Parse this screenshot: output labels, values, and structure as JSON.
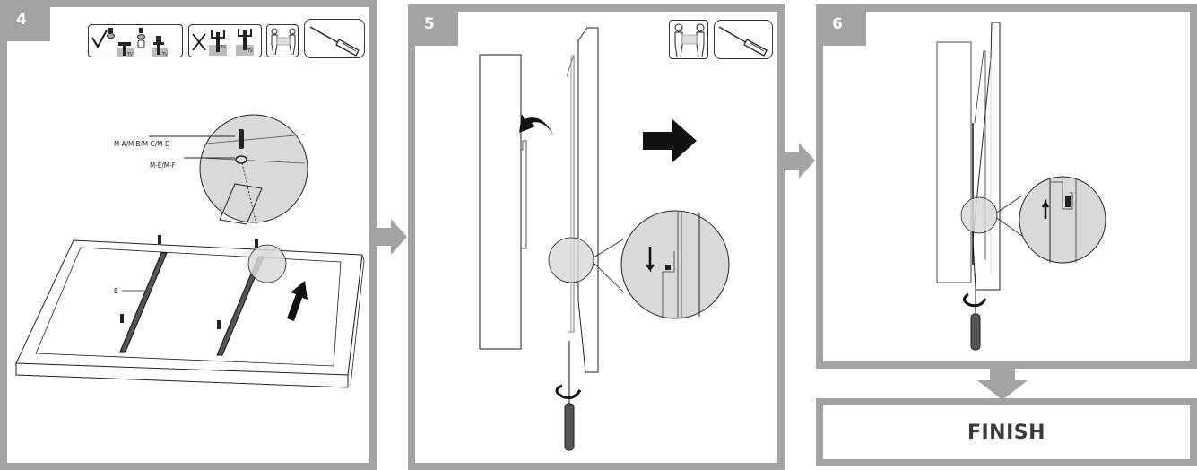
{
  "document": {
    "type": "TV wall mount installation instructions"
  },
  "colors": {
    "frame": "#a3a3a6",
    "magnifier_fill": "#d9d9d9",
    "line": "#1a1a1a",
    "finish_text": "#3a3a3c"
  },
  "steps": [
    {
      "number": "4",
      "icons": [
        "correct-screw-fit-icon",
        "incorrect-screw-fit-icon",
        "two-person-lift-icon",
        "screwdriver-icon"
      ],
      "tv_label": "TV",
      "labels": {
        "screws": "M-A/M-B/M-C/M-D",
        "washers": "M-E/M-F",
        "bracket": "B"
      }
    },
    {
      "number": "5",
      "icons": [
        "two-person-lift-icon",
        "screwdriver-icon"
      ]
    },
    {
      "number": "6"
    }
  ],
  "finish": {
    "label": "FINISH"
  }
}
